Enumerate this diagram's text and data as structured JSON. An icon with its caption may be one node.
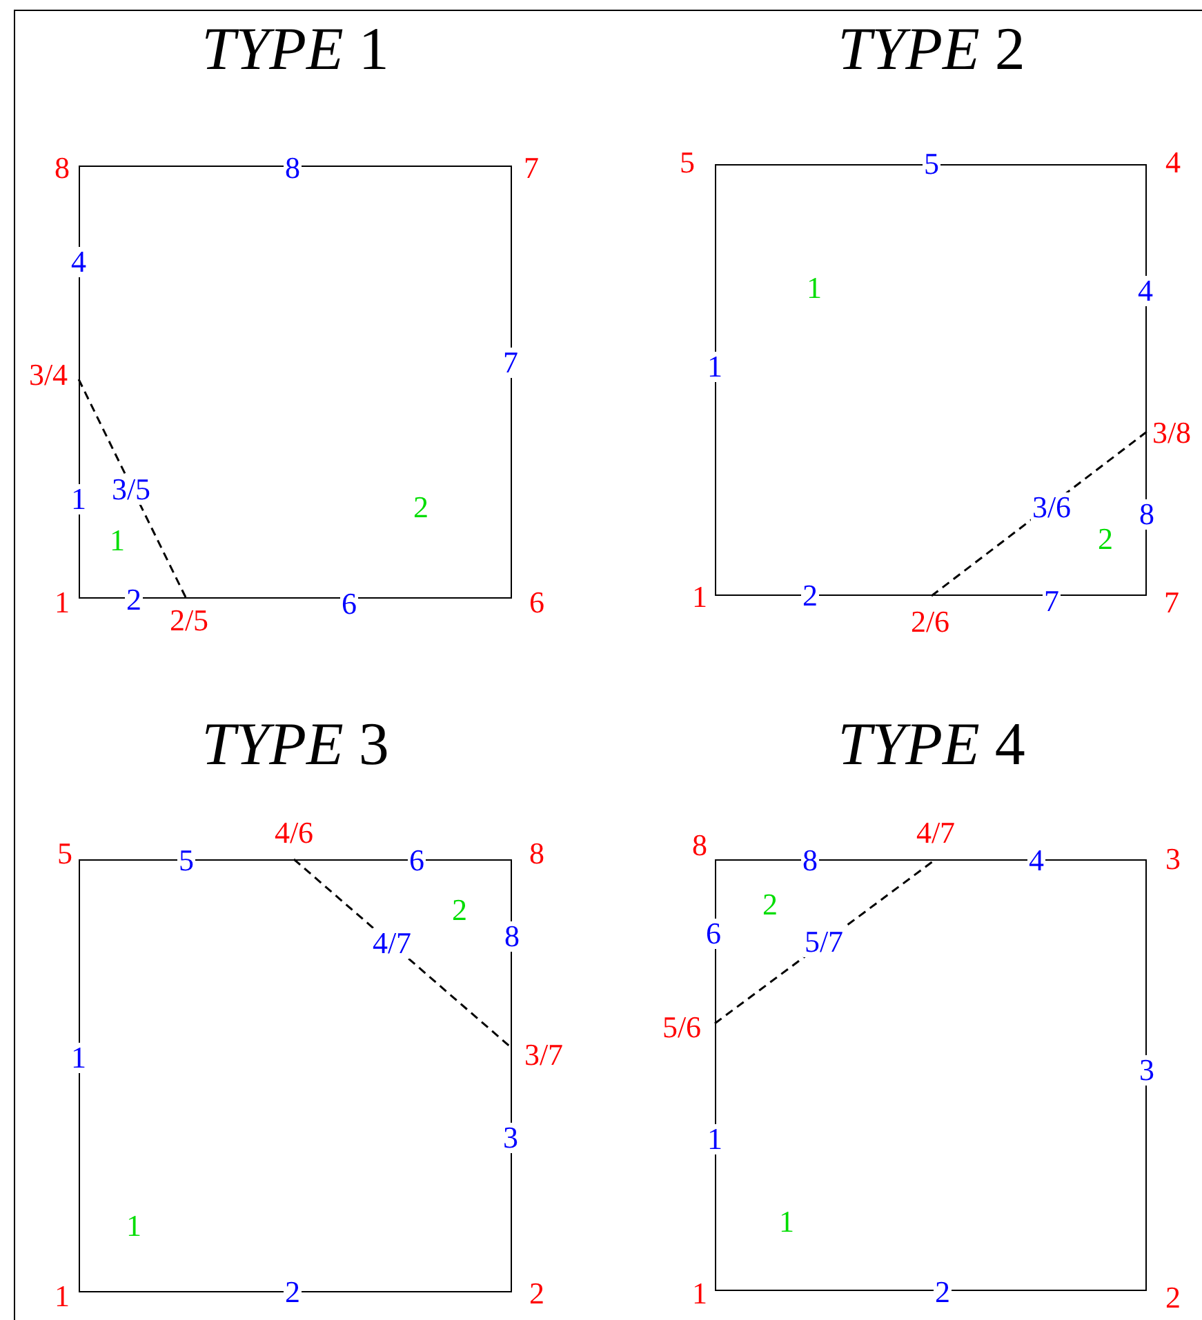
{
  "diagram": {
    "nodes": [
      {
        "text": [
          "*TYPE* 1"
        ]
      },
      {
        "text": [
          "*TYPE* 2"
        ]
      },
      {
        "text": [
          "*TYPE* 3"
        ]
      },
      {
        "text": [
          "*TYPE* 4"
        ]
      }
    ],
    "labels": [
      "8",
      "8",
      "7",
      "4",
      "3/4",
      "7",
      "1",
      "3/5",
      "2",
      "1",
      "1",
      "2",
      "6",
      "6",
      "2/5",
      "5",
      "5",
      "4",
      "1",
      "4",
      "1",
      "3/8",
      "3/6",
      "8",
      "2",
      "1",
      "2",
      "7",
      "7",
      "2/6",
      "4/6",
      "5",
      "5",
      "6",
      "8",
      "2",
      "4/7",
      "8",
      "1",
      "3/7",
      "3",
      "1",
      "1",
      "2",
      "2",
      "4/7",
      "8",
      "8",
      "4",
      "3",
      "2",
      "6",
      "5/7",
      "5/6",
      "3",
      "1",
      "1",
      "1",
      "2",
      "2"
    ]
  }
}
